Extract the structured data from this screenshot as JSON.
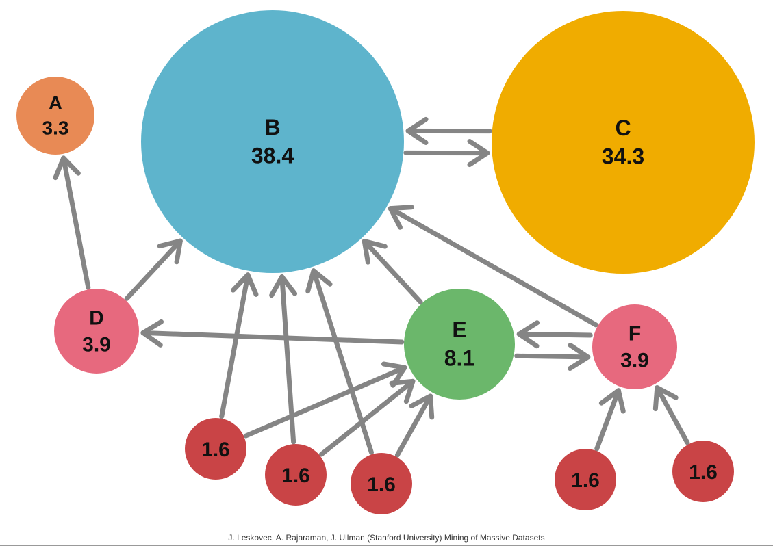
{
  "colors": {
    "edge": "#858585",
    "node_a": "#e88a55",
    "node_b": "#5eb4cc",
    "node_c": "#f0ac00",
    "node_d": "#e7697e",
    "node_e": "#6bb76b",
    "node_f": "#e7697e",
    "leaf": "#c94446",
    "text": "#111111"
  },
  "nodes": [
    {
      "id": "A",
      "name": "A",
      "score": "3.3"
    },
    {
      "id": "B",
      "name": "B",
      "score": "38.4"
    },
    {
      "id": "C",
      "name": "C",
      "score": "34.3"
    },
    {
      "id": "D",
      "name": "D",
      "score": "3.9"
    },
    {
      "id": "E",
      "name": "E",
      "score": "8.1"
    },
    {
      "id": "F",
      "name": "F",
      "score": "3.9"
    },
    {
      "id": "L1",
      "name": "",
      "score": "1.6"
    },
    {
      "id": "L2",
      "name": "",
      "score": "1.6"
    },
    {
      "id": "L3",
      "name": "",
      "score": "1.6"
    },
    {
      "id": "L4",
      "name": "",
      "score": "1.6"
    },
    {
      "id": "L5",
      "name": "",
      "score": "1.6"
    }
  ],
  "edges": [
    {
      "from": "B",
      "to": "C"
    },
    {
      "from": "C",
      "to": "B"
    },
    {
      "from": "D",
      "to": "A"
    },
    {
      "from": "D",
      "to": "B"
    },
    {
      "from": "E",
      "to": "B"
    },
    {
      "from": "E",
      "to": "D"
    },
    {
      "from": "E",
      "to": "F"
    },
    {
      "from": "F",
      "to": "E"
    },
    {
      "from": "F",
      "to": "B"
    },
    {
      "from": "L1",
      "to": "B"
    },
    {
      "from": "L1",
      "to": "E"
    },
    {
      "from": "L2",
      "to": "B"
    },
    {
      "from": "L2",
      "to": "E"
    },
    {
      "from": "L3",
      "to": "B"
    },
    {
      "from": "L3",
      "to": "E"
    },
    {
      "from": "L4",
      "to": "F"
    },
    {
      "from": "L5",
      "to": "F"
    }
  ],
  "footer": "J. Leskovec, A. Rajaraman, J. Ullman (Stanford University) Mining of Massive Datasets"
}
